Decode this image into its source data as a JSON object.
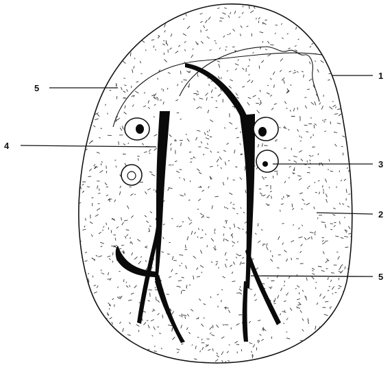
{
  "diagram": {
    "labels": [
      {
        "id": "label-1",
        "text": "1"
      },
      {
        "id": "label-2",
        "text": "2"
      },
      {
        "id": "label-3",
        "text": "3"
      },
      {
        "id": "label-4",
        "text": "4"
      },
      {
        "id": "label-5-left",
        "text": "5"
      },
      {
        "id": "label-5-right",
        "text": "5"
      }
    ]
  }
}
